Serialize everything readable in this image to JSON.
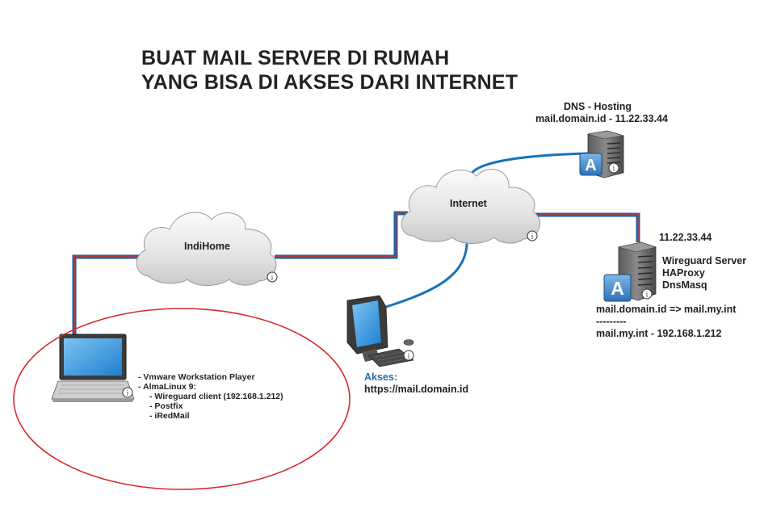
{
  "title": {
    "line1": "BUAT MAIL SERVER DI RUMAH",
    "line2": "YANG BISA DI AKSES DARI INTERNET"
  },
  "dns_hosting": {
    "label": "DNS - Hosting",
    "record": "mail.domain.id - 11.22.33.44"
  },
  "clouds": {
    "internet": "Internet",
    "isp": "IndiHome"
  },
  "vps": {
    "ip": "11.22.33.44",
    "services": [
      "Wireguard Server",
      "HAProxy",
      "DnsMasq"
    ],
    "mapping": "mail.domain.id => mail.my.int",
    "separator": "---------",
    "internal": "mail.my.int - 192.168.1.212"
  },
  "client": {
    "label": "Akses:",
    "url": "https://mail.domain.id"
  },
  "laptop": {
    "items": [
      "- Vmware Workstation Player",
      "- AlmaLinux 9:",
      "- Wireguard client (192.168.1.212)",
      "- Postfix",
      "- iRedMail"
    ]
  },
  "colors": {
    "wan_link": "#1f5fa6",
    "wan_inner": "#c0392b",
    "lan_link": "#1a73b8",
    "highlight_ellipse": "#d42a2a"
  },
  "icons": {
    "info": "i",
    "app": "A"
  }
}
